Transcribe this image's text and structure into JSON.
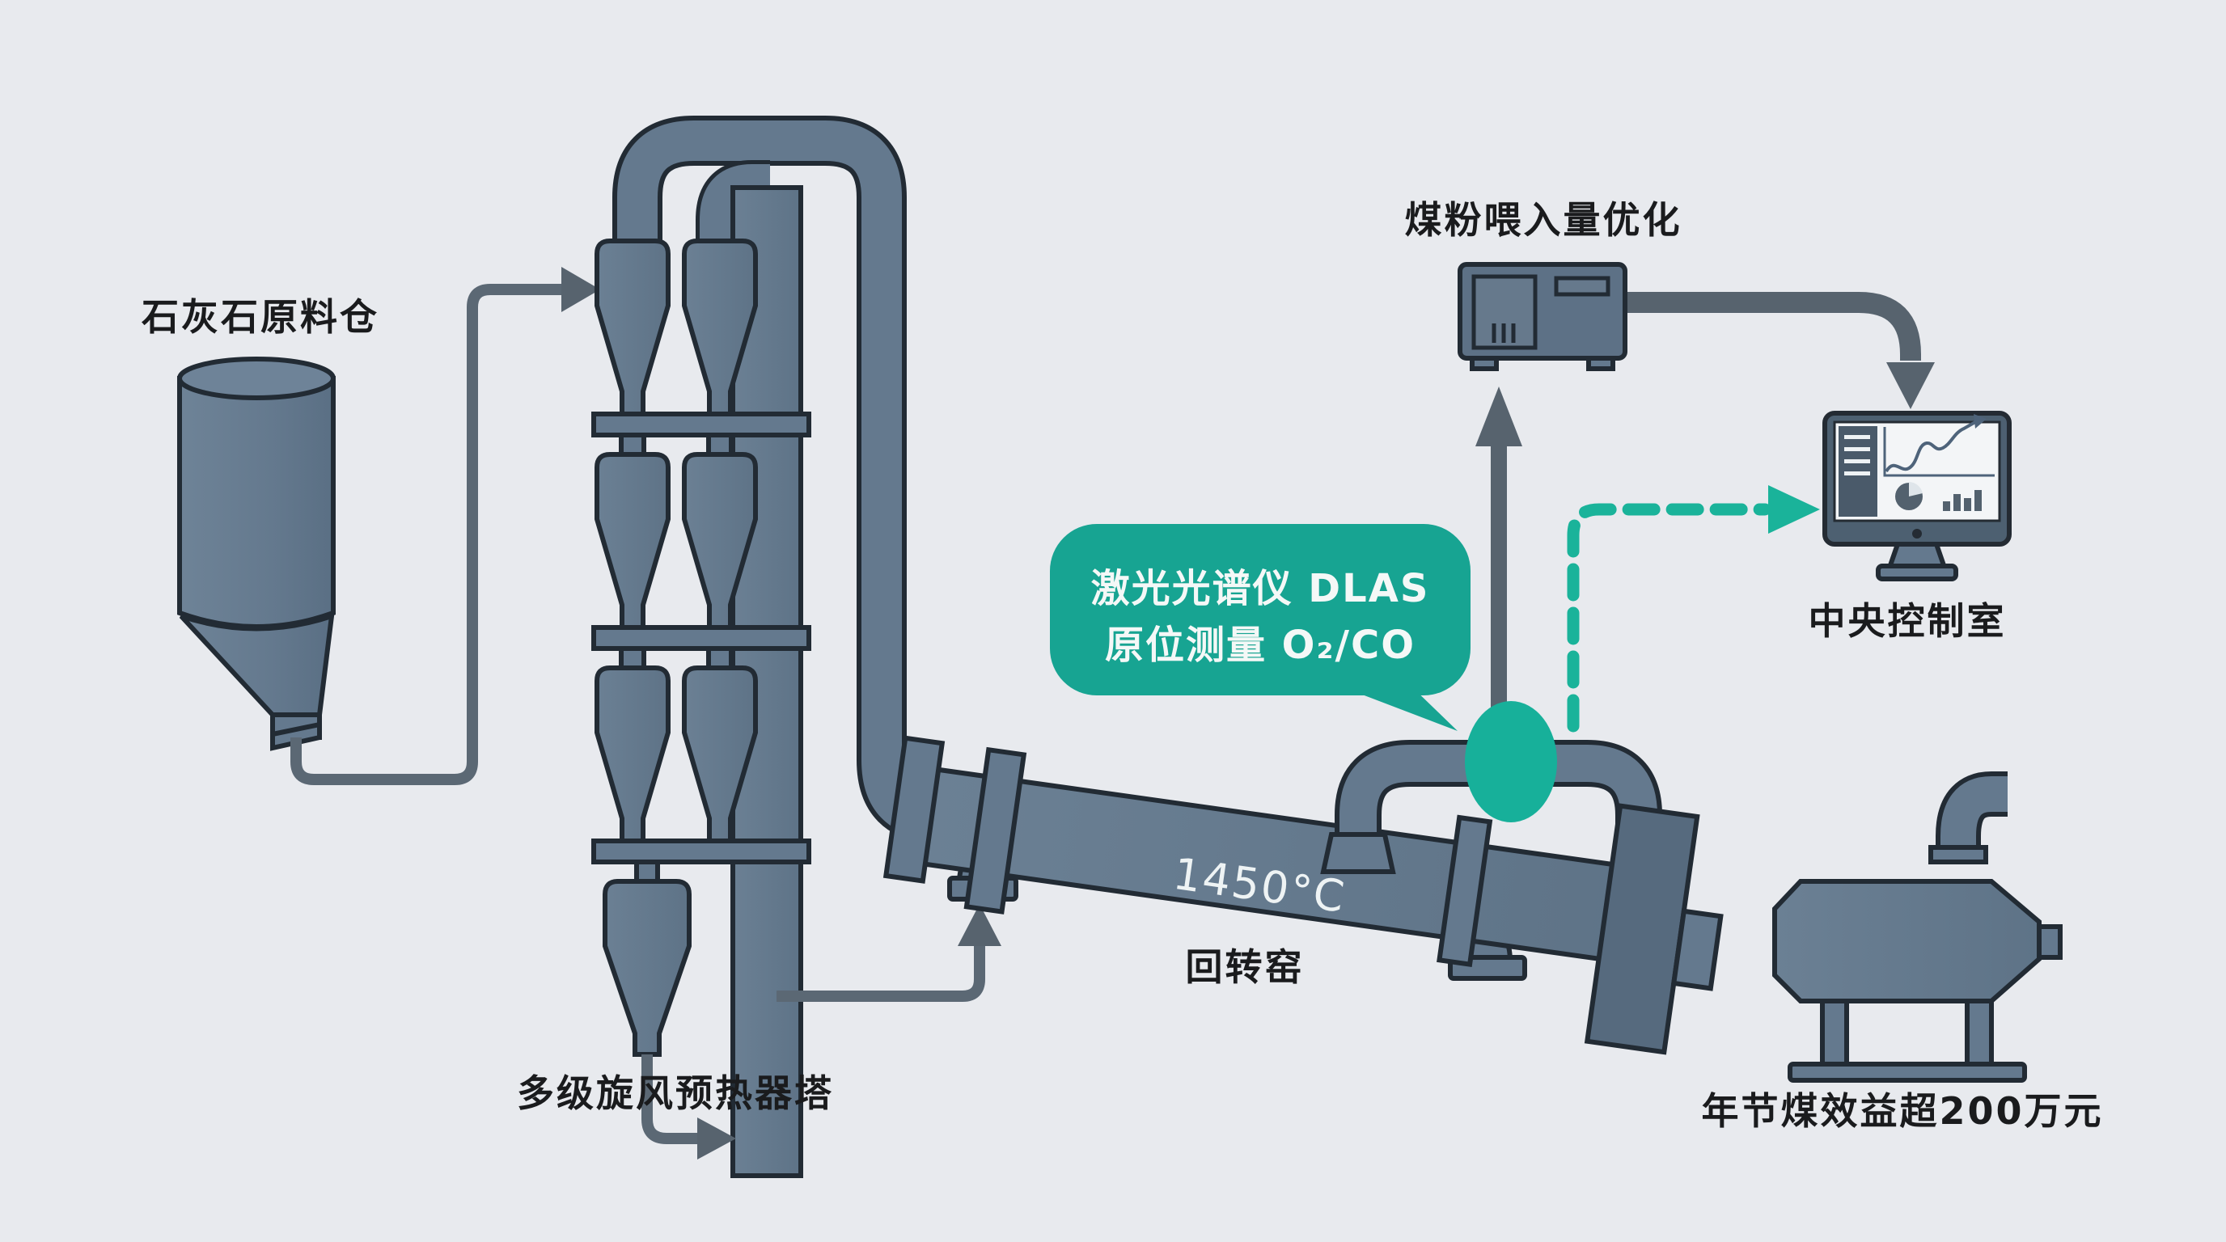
{
  "diagram": {
    "background_color": "#e8eaee",
    "accent_teal": "#17a492",
    "machine_color": "#64798e",
    "arrow_color": "#57636e",
    "labels": {
      "silo": "石灰石原料仓",
      "preheater_tower": "多级旋风预热器塔",
      "rotary_kiln": "回转窑",
      "kiln_temperature": "1450°C",
      "coal_feed": "煤粉喂入量优化",
      "control_room": "中央控制室",
      "annual_savings": "年节煤效益超200万元"
    },
    "callout": {
      "line1": "激光光谱仪 DLAS",
      "line2": "原位测量 O₂/CO"
    }
  }
}
